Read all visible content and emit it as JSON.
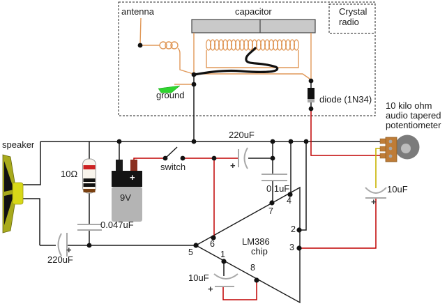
{
  "labels": {
    "antenna": "antenna",
    "capacitor": "capacitor",
    "crystal_line1": "Crystal",
    "crystal_line2": "radio",
    "ground": "ground",
    "diode": "diode (1N34)",
    "pot_line1": "10 kilo ohm",
    "pot_line2": "audio tapered",
    "pot_line3": "potentiometer",
    "speaker": "speaker",
    "resistor_value": "10Ω",
    "battery_plus": "+",
    "battery_voltage": "9V",
    "switch": "switch",
    "cap_220_top": "220uF",
    "cap_220_top_plus": "+",
    "cap_01": "0.1uF",
    "cap_0047": "0.047uF",
    "cap_220_bottom": "220uF",
    "cap_220_bottom_plus": "+",
    "cap_10_bottom": "10uF",
    "cap_10_bottom_plus": "+",
    "cap_10_right": "10uF",
    "cap_10_right_plus": "+",
    "chip_name": "LM386",
    "chip_word": "chip",
    "pins": {
      "p1": "1",
      "p2": "2",
      "p3": "3",
      "p4": "4",
      "p5": "5",
      "p6": "6",
      "p7": "7",
      "p8": "8"
    }
  },
  "colors": {
    "wire_black": "#1a1a1a",
    "wire_red": "#c00000",
    "wire_orange": "#e09858",
    "wire_yellow": "#c8b400",
    "plate_gray": "#a8a8a8",
    "ground_green": "#2fd42f",
    "capacitor_body": "#c9c9c9",
    "pot_body": "#bf7c36",
    "pot_knob": "#7b7b7b",
    "battery_body": "#b4b4b4",
    "speaker_yellow": "#d8d818"
  }
}
